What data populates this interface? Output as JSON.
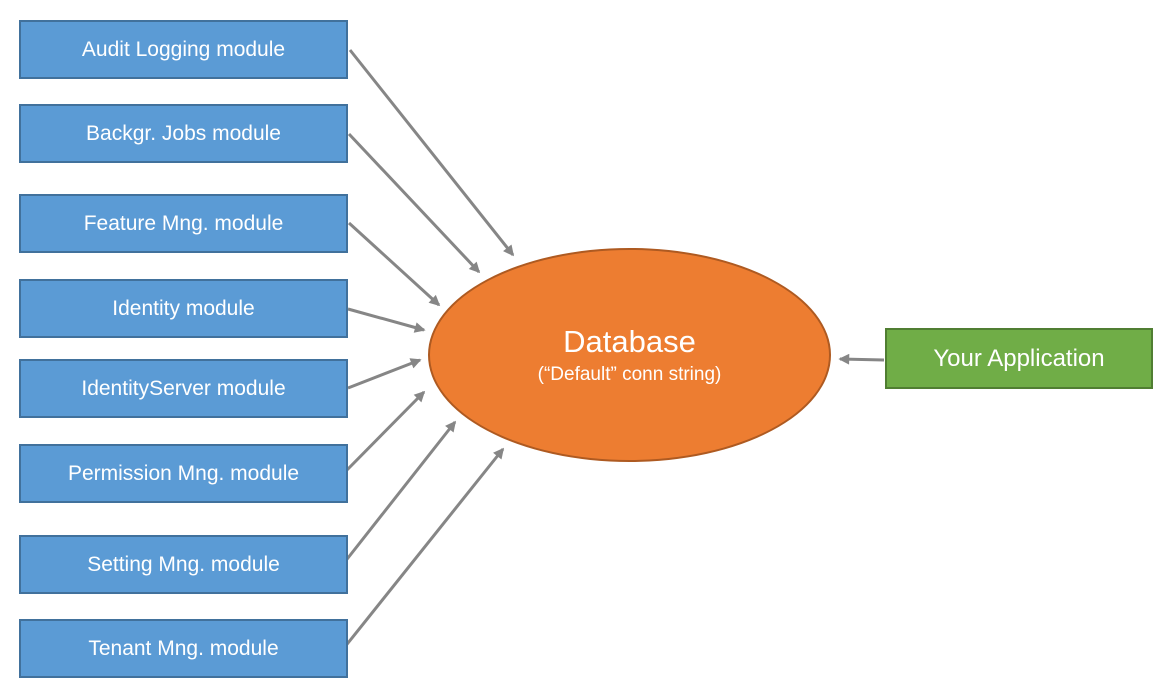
{
  "diagram": {
    "modules": [
      {
        "id": "audit-logging",
        "label": "Audit Logging module"
      },
      {
        "id": "background-jobs",
        "label": "Backgr. Jobs module"
      },
      {
        "id": "feature-management",
        "label": "Feature Mng. module"
      },
      {
        "id": "identity",
        "label": "Identity module"
      },
      {
        "id": "identity-server",
        "label": "IdentityServer module"
      },
      {
        "id": "permission-management",
        "label": "Permission Mng. module"
      },
      {
        "id": "setting-management",
        "label": "Setting Mng. module"
      },
      {
        "id": "tenant-management",
        "label": "Tenant Mng. module"
      }
    ],
    "database": {
      "title": "Database",
      "subtitle": "(“Default” conn string)"
    },
    "application": {
      "label": "Your Application"
    },
    "connections": [
      {
        "from": "Audit Logging module",
        "to": "Database"
      },
      {
        "from": "Backgr. Jobs module",
        "to": "Database"
      },
      {
        "from": "Feature Mng. module",
        "to": "Database"
      },
      {
        "from": "Identity module",
        "to": "Database"
      },
      {
        "from": "IdentityServer module",
        "to": "Database"
      },
      {
        "from": "Permission Mng. module",
        "to": "Database"
      },
      {
        "from": "Setting Mng. module",
        "to": "Database"
      },
      {
        "from": "Tenant Mng. module",
        "to": "Database"
      },
      {
        "from": "Your Application",
        "to": "Database"
      }
    ],
    "colors": {
      "module_fill": "#5B9BD5",
      "module_border": "#41719C",
      "database_fill": "#ED7D31",
      "database_border": "#AE5A21",
      "application_fill": "#70AD47",
      "application_border": "#507E32",
      "arrow": "#868686",
      "text": "#ffffff",
      "background": "#ffffff"
    }
  }
}
